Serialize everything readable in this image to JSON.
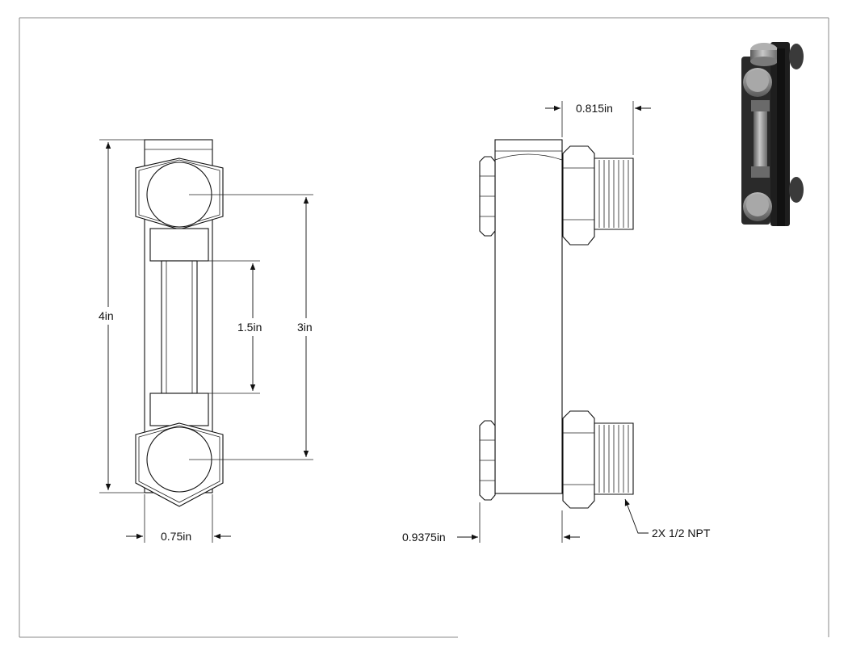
{
  "dimensions": {
    "overall_height": "4in",
    "center_distance": "3in",
    "glass_length": "1.5in",
    "body_width": "0.75in",
    "body_depth": "0.9375in",
    "port_length": "0.815in"
  },
  "callout": {
    "ports": "2X 1/2 NPT"
  },
  "colors": {
    "line": "#111111",
    "frame": "#888888",
    "iso_dark": "#2a2a2a",
    "iso_metal": "#8a8a8a",
    "iso_highlight": "#c8c8c8"
  }
}
